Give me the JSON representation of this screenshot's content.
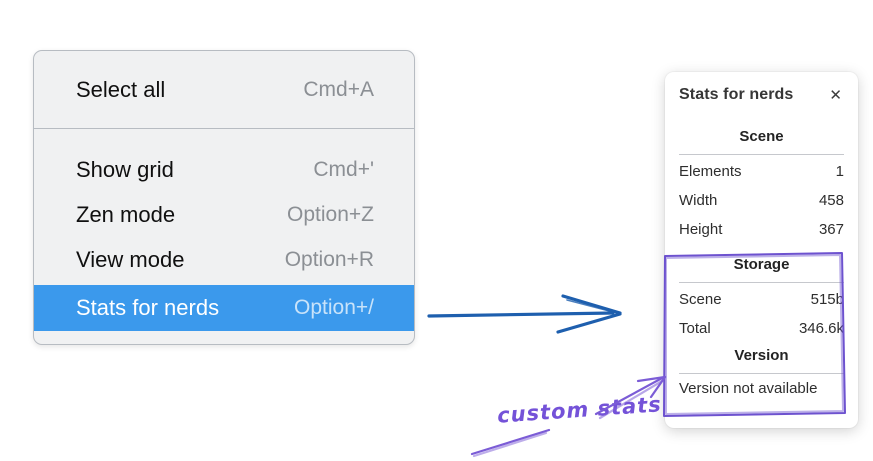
{
  "menu": {
    "items": [
      {
        "label": "Select all",
        "shortcut": "Cmd+A"
      },
      {
        "label": "Show grid",
        "shortcut": "Cmd+'"
      },
      {
        "label": "Zen mode",
        "shortcut": "Option+Z"
      },
      {
        "label": "View mode",
        "shortcut": "Option+R"
      },
      {
        "label": "Stats for nerds",
        "shortcut": "Option+/",
        "highlighted": true
      }
    ],
    "highlight_color": "#3b99ec"
  },
  "stats_panel": {
    "title": "Stats for nerds",
    "close_icon": "✕",
    "sections": [
      {
        "heading": "Scene",
        "rows": [
          [
            "Elements",
            "1"
          ],
          [
            "Width",
            "458"
          ],
          [
            "Height",
            "367"
          ]
        ]
      },
      {
        "heading": "Storage",
        "rows": [
          [
            "Scene",
            "515b"
          ],
          [
            "Total",
            "346.6k"
          ]
        ]
      },
      {
        "heading": "Version",
        "note": "Version not available"
      }
    ]
  },
  "annotation": {
    "label": "custom stats",
    "color": "#7452d8",
    "box_color": "#6d52cf"
  },
  "connector_arrow_color": "#1e5fae"
}
